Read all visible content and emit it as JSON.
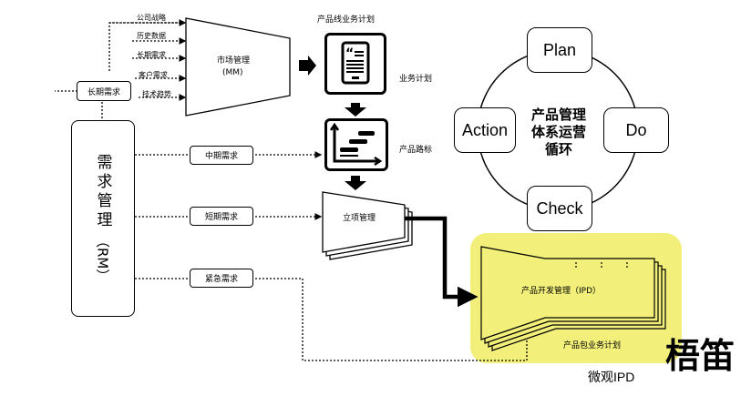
{
  "inputs": [
    "公司战略",
    "历史数据",
    "长期需求",
    "客户需求",
    "技术趋势"
  ],
  "market_mgmt": {
    "line1": "市场管理",
    "line2": "(MM)"
  },
  "long_term_box": "长期需求",
  "rm": {
    "text": "需求管理",
    "paren": "（RM）"
  },
  "demand_boxes": {
    "mid": "中期需求",
    "short": "短期需求",
    "urgent": "紧急需求"
  },
  "labels": {
    "line_plan": "产品线业务计划",
    "business_plan": "业务计划",
    "roadmap": "产品路标",
    "charter": "立项管理",
    "ipd": "产品开发管理（IPD）",
    "pkg_plan": "产品包业务计划"
  },
  "cycle": {
    "center": [
      "产品管理",
      "体系运营",
      "循环"
    ],
    "plan": "Plan",
    "do": "Do",
    "check": "Check",
    "action": "Action"
  },
  "watermark": {
    "brand": "梧笛",
    "sub": "微观IPD"
  },
  "colors": {
    "highlight": "#f2f07a",
    "stroke": "#000000"
  }
}
